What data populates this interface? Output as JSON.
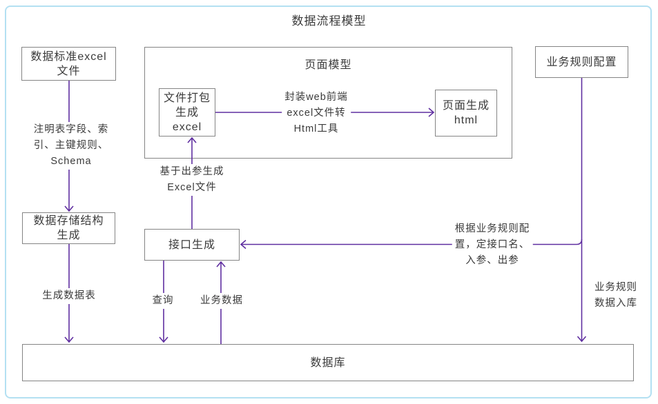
{
  "title": "数据流程模型",
  "colors": {
    "arrow": "#5f2ea0",
    "box_border": "#848484",
    "frame_border": "#b3e0f2",
    "text": "#3a3a3a"
  },
  "nodes": {
    "std_excel": {
      "lines": [
        "数据标准excel",
        "文件"
      ]
    },
    "page_model": {
      "title": "页面模型"
    },
    "file_pack": {
      "lines": [
        "文件打包",
        "生成",
        "excel"
      ]
    },
    "page_gen": {
      "lines": [
        "页面生成",
        "html"
      ]
    },
    "biz_rule": {
      "label": "业务规则配置"
    },
    "storage_gen": {
      "lines": [
        "数据存储结构",
        "生成"
      ]
    },
    "api_gen": {
      "label": "接口生成"
    },
    "database": {
      "label": "数据库"
    }
  },
  "labels": {
    "schema_note": {
      "lines": [
        "注明表字段、索",
        "引、主键规则、",
        "Schema"
      ]
    },
    "web_tool": {
      "lines": [
        "封装web前端",
        "excel文件转",
        "Html工具"
      ]
    },
    "excel_from_output": {
      "lines": [
        "基于出参生成",
        "Excel文件"
      ]
    },
    "rule_config_note": {
      "lines": [
        "根据业务规则配",
        "置，定接口名、",
        "入参、出参"
      ]
    },
    "rule_into_db": {
      "lines": [
        "业务规则",
        "数据入库"
      ]
    },
    "gen_table": {
      "label": "生成数据表"
    },
    "query": {
      "label": "查询"
    },
    "biz_data": {
      "label": "业务数据"
    }
  }
}
